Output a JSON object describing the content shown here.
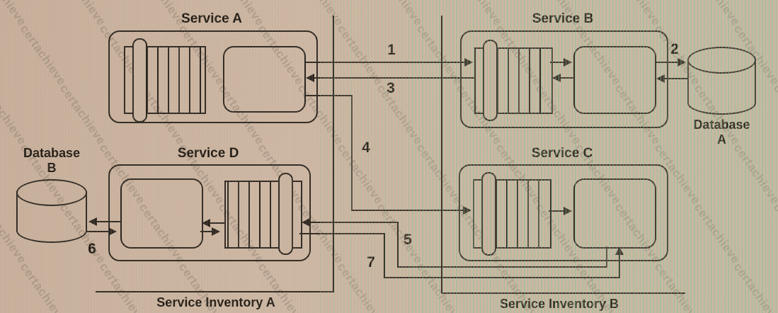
{
  "diagram": {
    "services": [
      {
        "id": "a",
        "label": "Service A"
      },
      {
        "id": "b",
        "label": "Service B"
      },
      {
        "id": "c",
        "label": "Service C"
      },
      {
        "id": "d",
        "label": "Service D"
      }
    ],
    "databases": [
      {
        "id": "a",
        "name_line1": "Database",
        "name_line2": "A"
      },
      {
        "id": "b",
        "name_line1": "Database",
        "name_line2": "B"
      }
    ],
    "inventories": [
      {
        "id": "a",
        "label": "Service Inventory A"
      },
      {
        "id": "b",
        "label": "Service Inventory B"
      }
    ],
    "flow_numbers": [
      "1",
      "2",
      "3",
      "4",
      "5",
      "6",
      "7"
    ],
    "icons": {
      "queue": "message-queue-icon",
      "component": "service-component-icon",
      "database": "database-cylinder-icon",
      "arrow": "arrowhead-icon"
    },
    "colors": {
      "line": "#2a2720",
      "background": "#c9b7a3",
      "moire_green": "#78c696",
      "moire_pink": "#e8a894"
    }
  },
  "watermark": {
    "text": "certachieve"
  }
}
